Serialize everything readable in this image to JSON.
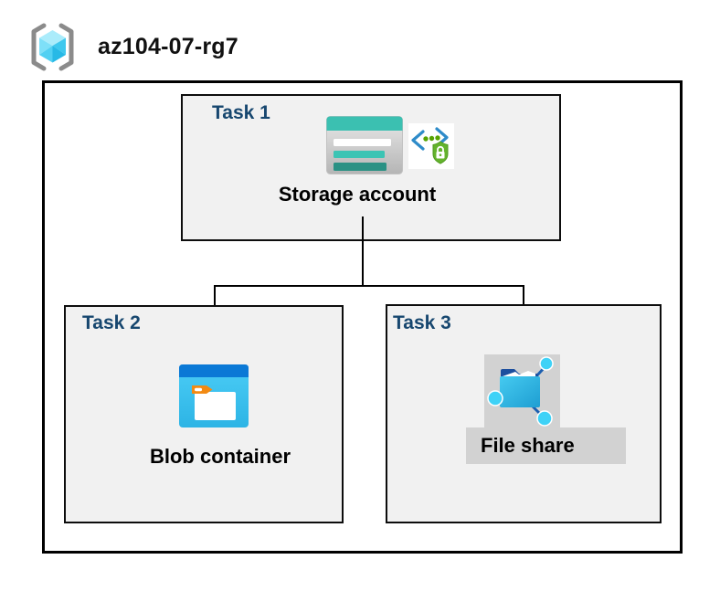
{
  "resource_group": {
    "name": "az104-07-rg7",
    "icon": "resource-group-icon"
  },
  "tasks": [
    {
      "label": "Task 1",
      "resource": "Storage account",
      "icons": [
        "storage-account-icon",
        "secure-endpoint-icon"
      ]
    },
    {
      "label": "Task 2",
      "resource": "Blob container",
      "icons": [
        "blob-container-icon"
      ]
    },
    {
      "label": "Task 3",
      "resource": "File share",
      "icons": [
        "file-share-icon"
      ]
    }
  ],
  "connections": [
    {
      "from": "Storage account",
      "to": "Blob container"
    },
    {
      "from": "Storage account",
      "to": "File share"
    }
  ],
  "colors": {
    "task_label_blue": "#17476F",
    "box_fill": "#F1F1F1",
    "box_border": "#000000",
    "highlight_gray": "#D2D2D2",
    "storage_teal": "#3BC0B1",
    "storage_teal_dark": "#2B9184",
    "blob_top_blue": "#0B79D6",
    "blob_body_cyan": "#46CCF5",
    "folder_tab_orange": "#F28A13",
    "fileshare_folder_blue": "#2AA9E0",
    "fileshare_node_cyan": "#3FD2F7",
    "shield_green": "#64B32C",
    "bracket_blue": "#2E8BC9",
    "dots_green": "#57A300",
    "rg_bracket_gray": "#8B8B8B",
    "cube_cyan_light": "#ABECFB",
    "cube_cyan_dark": "#27B9E6"
  }
}
